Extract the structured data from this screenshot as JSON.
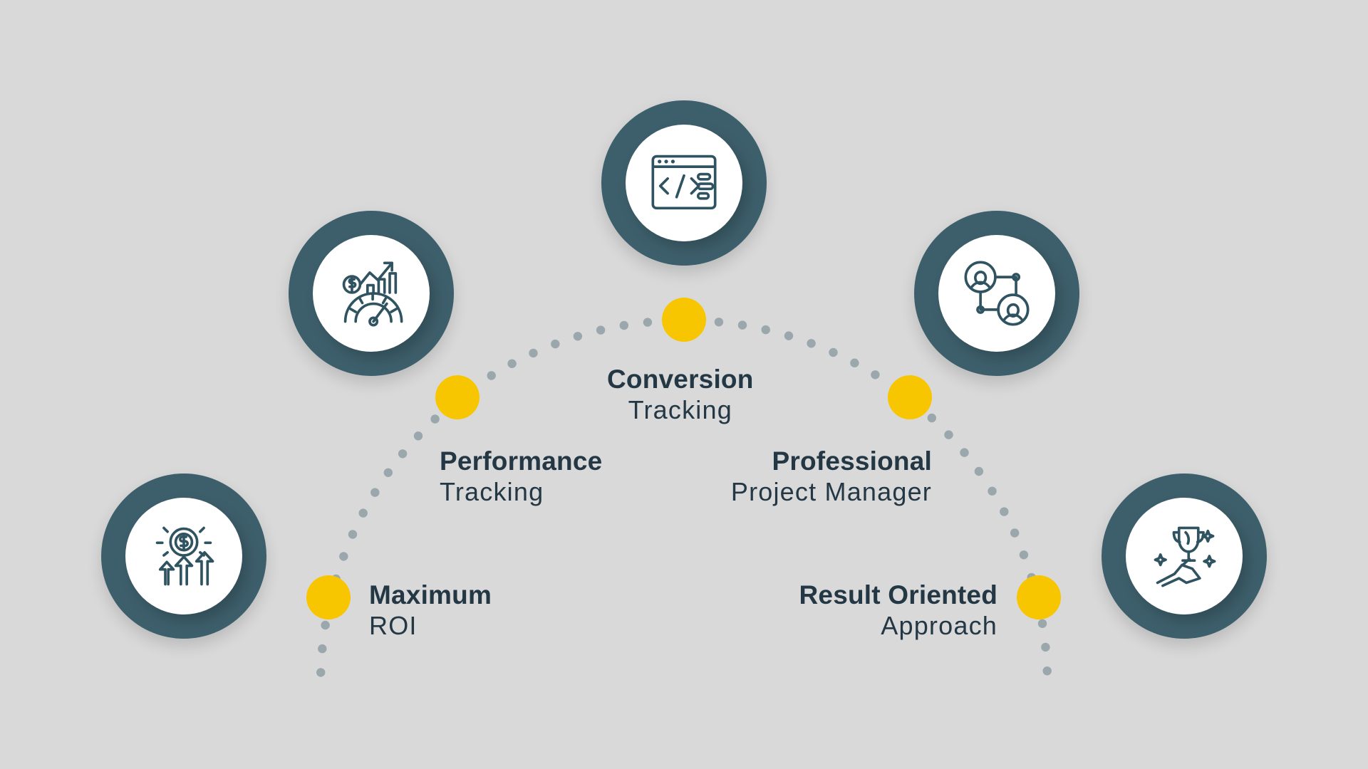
{
  "palette": {
    "background": "#d9d9d9",
    "disc": "#3d5f6b",
    "accent": "#f7c600",
    "text": "#243744",
    "dots": "#9aa7ad"
  },
  "items": [
    {
      "title": "Maximum",
      "subtitle": "ROI",
      "icon": "money-growth-icon"
    },
    {
      "title": "Performance",
      "subtitle": "Tracking",
      "icon": "speedometer-growth-icon"
    },
    {
      "title": "Conversion",
      "subtitle": "Tracking",
      "icon": "code-window-icon"
    },
    {
      "title": "Professional",
      "subtitle": "Project Manager",
      "icon": "team-network-icon"
    },
    {
      "title": "Result Oriented",
      "subtitle": "Approach",
      "icon": "trophy-award-icon"
    }
  ]
}
